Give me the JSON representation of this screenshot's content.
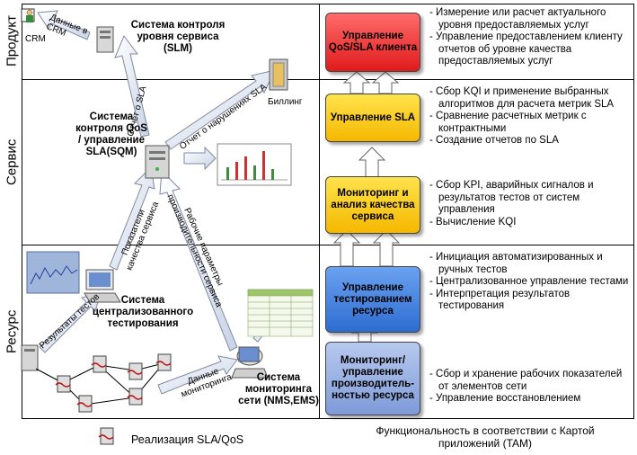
{
  "rows": {
    "product": "Продукт",
    "service": "Сервис",
    "resource": "Ресурс"
  },
  "left": {
    "crm": "CRM",
    "crm_data": "Данные в CRM",
    "slm": "Система контроля уровня сервиса (SLM)",
    "sla_report": "Отчет о SLA",
    "sla_violation": "Отчет о нарушениях SLA",
    "billing": "Биллинг",
    "sqm": "Система контроля QoS / управление SLA(SQM)",
    "quality_indicators": "Показатели качества сервиса",
    "work_params": "Рабочие параметры производительности сервиса",
    "test_results": "Результаты тестов",
    "central_test": "Система централизованного тестирования",
    "mon_data": "Данные мониторинга",
    "nms": "Система мониторинга сети (NMS,EMS)",
    "legend": "Реализация SLA/QoS"
  },
  "boxes": [
    {
      "label": "Управление QoS/SLA клиента",
      "color": "#e63030"
    },
    {
      "label": "Управление SLA",
      "color": "#f7c400"
    },
    {
      "label": "Мониторинг и анализ качества сервиса",
      "color": "#f7c400"
    },
    {
      "label": "Управление тестированием ресурса",
      "color": "#3f7fe0"
    },
    {
      "label": "Мониторинг/ управление производитель-ностью ресурса",
      "color": "#8aa4dc"
    }
  ],
  "lists": [
    [
      "Измерение или расчет актуального уровня предоставляемых услуг",
      "Управление предоставлением клиенту отчетов об уровне качества предоставляемых услуг"
    ],
    [
      "Сбор KQI и  применение выбранных алгоритмов для расчета метрик SLA",
      "Сравнение расчетных метрик с контрактными",
      "Создание отчетов по SLA"
    ],
    [
      "Сбор KPI, аварийных сигналов и результатов тестов от систем управления",
      "Вычисление KQI"
    ],
    [
      "Инициация автоматизированных и ручных тестов",
      "Централизованное управление тестами",
      "Интерпретация результатов тестирования"
    ],
    [
      "Сбор и хранение рабочих показателей от элементов сети",
      "Управление восстановлением"
    ]
  ],
  "footer": "Функциональность в соответствии с Картой приложений (TAM)"
}
